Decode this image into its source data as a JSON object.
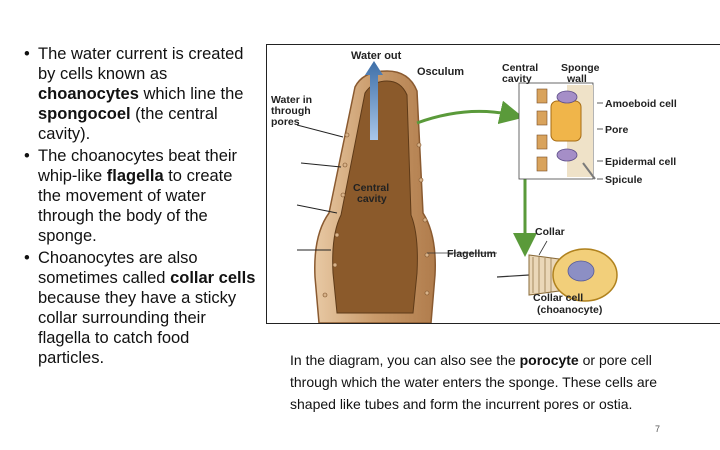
{
  "bullets": [
    {
      "parts": [
        "The water current is created by cells known as ",
        "choanocytes",
        " which line the ",
        "spongocoel",
        " (the central cavity)."
      ]
    },
    {
      "parts": [
        "The choanocytes beat their whip-like ",
        "flagella",
        " to create the movement of water through the body of the sponge."
      ]
    },
    {
      "parts": [
        "Choanocytes are also sometimes called ",
        "collar cells",
        " because they have a sticky collar surrounding their flagella to catch food particles."
      ]
    }
  ],
  "diagram": {
    "labels": {
      "water_out": "Water out",
      "osculum": "Osculum",
      "central_cavity_top": "Central cavity",
      "sponge_wall": "Sponge wall",
      "water_in": "Water in through pores",
      "amoeboid": "Amoeboid cell",
      "pore": "Pore",
      "epidermal": "Epidermal cell",
      "spicule": "Spicule",
      "central_cavity": "Central cavity",
      "collar": "Collar",
      "flagellum": "Flagellum",
      "collar_cell": "Collar cell",
      "choanocyte": "(choanocyte)"
    },
    "colors": {
      "body": "#c99a6a",
      "inner": "#8b5a2b",
      "green_arrow": "#5a9a3a",
      "blue_arrow": "#3e6fa8",
      "nucleus": "#8c8fc4"
    }
  },
  "caption": {
    "parts": [
      "In the diagram, you can also see the ",
      "porocyte",
      " or pore cell through which the water enters the sponge. These cells are shaped like tubes and form the incurrent pores or ostia."
    ]
  },
  "page_number": "7"
}
